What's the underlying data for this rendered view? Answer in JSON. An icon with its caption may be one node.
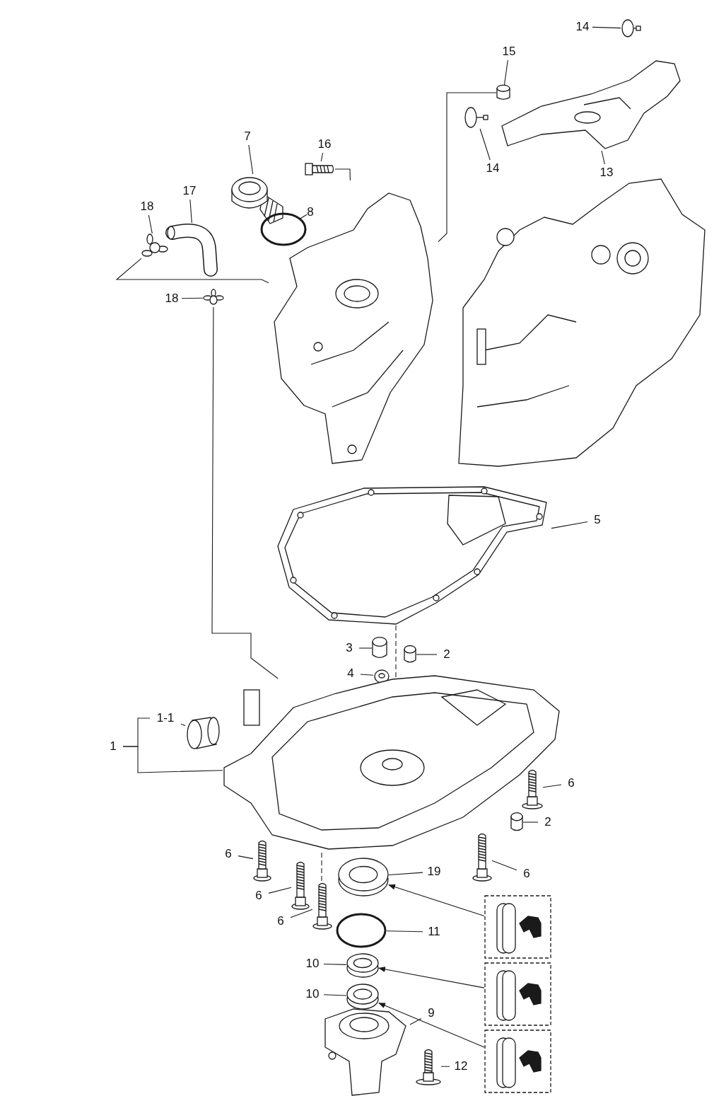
{
  "diagram": {
    "nodes": [
      {
        "text": [
          "14"
        ]
      },
      {
        "text": [],
        "shape": "picture"
      },
      {
        "text": [
          "15"
        ]
      },
      {
        "text": [],
        "shape": "cylinder"
      },
      {
        "text": [
          "13"
        ]
      },
      {
        "text": [],
        "shape": "picture"
      },
      {
        "text": [
          "14"
        ]
      },
      {
        "text": [],
        "shape": "picture"
      },
      {
        "text": [
          "16"
        ]
      },
      {
        "text": [],
        "shape": "picture"
      },
      {
        "text": [
          "7"
        ]
      },
      {
        "text": [],
        "shape": "picture"
      },
      {
        "text": [
          "8"
        ]
      },
      {
        "text": [],
        "shape": "circle"
      },
      {
        "text": [
          "17"
        ]
      },
      {
        "text": [],
        "shape": "picture"
      },
      {
        "text": [
          "18"
        ]
      },
      {
        "text": [],
        "shape": "picture"
      },
      {
        "text": [
          "18"
        ]
      },
      {
        "text": [],
        "shape": "picture"
      },
      {
        "text": [],
        "shape": "picture"
      },
      {
        "text": [],
        "shape": "picture"
      },
      {
        "text": [
          "5"
        ]
      },
      {
        "text": [],
        "shape": "picture"
      },
      {
        "text": [
          "3"
        ]
      },
      {
        "text": [],
        "shape": "cylinder"
      },
      {
        "text": [
          "2"
        ]
      },
      {
        "text": [],
        "shape": "cylinder"
      },
      {
        "text": [
          "4"
        ]
      },
      {
        "text": [],
        "shape": "picture"
      },
      {
        "text": [
          "1"
        ]
      },
      {
        "text": [
          "1-1"
        ]
      },
      {
        "text": [],
        "shape": "picture"
      },
      {
        "text": [],
        "shape": "picture"
      },
      {
        "text": [
          "6"
        ]
      },
      {
        "text": [],
        "shape": "picture"
      },
      {
        "text": [
          "2"
        ]
      },
      {
        "text": [],
        "shape": "cylinder"
      },
      {
        "text": [
          "6"
        ]
      },
      {
        "text": [],
        "shape": "picture"
      },
      {
        "text": [
          "6"
        ]
      },
      {
        "text": [],
        "shape": "picture"
      },
      {
        "text": [
          "19"
        ]
      },
      {
        "text": [],
        "shape": "picture"
      },
      {
        "text": [
          "6"
        ]
      },
      {
        "text": [],
        "shape": "picture"
      },
      {
        "text": [
          "6"
        ]
      },
      {
        "text": [],
        "shape": "picture"
      },
      {
        "text": [
          "11"
        ]
      },
      {
        "text": [],
        "shape": "circle"
      },
      {
        "text": [
          "10"
        ]
      },
      {
        "text": [],
        "shape": "picture"
      },
      {
        "text": [
          "10"
        ]
      },
      {
        "text": [],
        "shape": "picture"
      },
      {
        "text": [
          "9"
        ]
      },
      {
        "text": [],
        "shape": "picture"
      },
      {
        "text": [
          "12"
        ]
      },
      {
        "text": [],
        "shape": "picture"
      },
      {
        "text": [],
        "shape": "picture"
      },
      {
        "text": [],
        "shape": "picture"
      },
      {
        "text": [],
        "shape": "picture"
      }
    ],
    "edges": [
      {
        "from": 0,
        "to": 1,
        "arrow": "none"
      },
      {
        "from": 2,
        "to": 3,
        "arrow": "none"
      },
      {
        "from": 4,
        "to": 5,
        "arrow": "none"
      },
      {
        "from": 6,
        "to": 7,
        "arrow": "none"
      },
      {
        "from": 8,
        "to": 9,
        "arrow": "none"
      },
      {
        "from": 10,
        "to": 11,
        "arrow": "none"
      },
      {
        "from": 12,
        "to": 13,
        "arrow": "none"
      },
      {
        "from": 14,
        "to": 15,
        "arrow": "none"
      },
      {
        "from": 16,
        "to": 17,
        "arrow": "none"
      },
      {
        "from": 18,
        "to": 19,
        "arrow": "none"
      },
      {
        "from": 22,
        "to": 23,
        "arrow": "none"
      },
      {
        "from": 24,
        "to": 25,
        "arrow": "none"
      },
      {
        "from": 26,
        "to": 27,
        "arrow": "none"
      },
      {
        "from": 28,
        "to": 29,
        "arrow": "none"
      },
      {
        "from": 30,
        "to": 31,
        "arrow": "none"
      },
      {
        "from": 30,
        "to": 33,
        "arrow": "none"
      },
      {
        "from": 31,
        "to": 32,
        "arrow": "none"
      },
      {
        "from": 34,
        "to": 35,
        "arrow": "none"
      },
      {
        "from": 36,
        "to": 37,
        "arrow": "none"
      },
      {
        "from": 38,
        "to": 39,
        "arrow": "none"
      },
      {
        "from": 40,
        "to": 41,
        "arrow": "none"
      },
      {
        "from": 42,
        "to": 43,
        "arrow": "none"
      },
      {
        "from": 44,
        "to": 45,
        "arrow": "none"
      },
      {
        "from": 46,
        "to": 47,
        "arrow": "none"
      },
      {
        "from": 48,
        "to": 49,
        "arrow": "none"
      },
      {
        "from": 50,
        "to": 51,
        "arrow": "none"
      },
      {
        "from": 52,
        "to": 53,
        "arrow": "none"
      },
      {
        "from": 54,
        "to": 55,
        "arrow": "none"
      },
      {
        "from": 56,
        "to": 57,
        "arrow": "none"
      },
      {
        "from": 3,
        "to": 20,
        "arrow": "none"
      },
      {
        "from": 9,
        "to": 20,
        "arrow": "none"
      },
      {
        "from": 17,
        "to": 20,
        "arrow": "none"
      },
      {
        "from": 19,
        "to": 33,
        "arrow": "none"
      },
      {
        "from": 58,
        "to": 43,
        "arrow": "to"
      },
      {
        "from": 59,
        "to": 51,
        "arrow": "to"
      },
      {
        "from": 60,
        "to": 53,
        "arrow": "to"
      },
      {
        "from": 23,
        "to": 33,
        "arrow": "none",
        "style": "dashed"
      },
      {
        "from": 33,
        "to": 47,
        "arrow": "none",
        "style": "dashed"
      }
    ]
  }
}
